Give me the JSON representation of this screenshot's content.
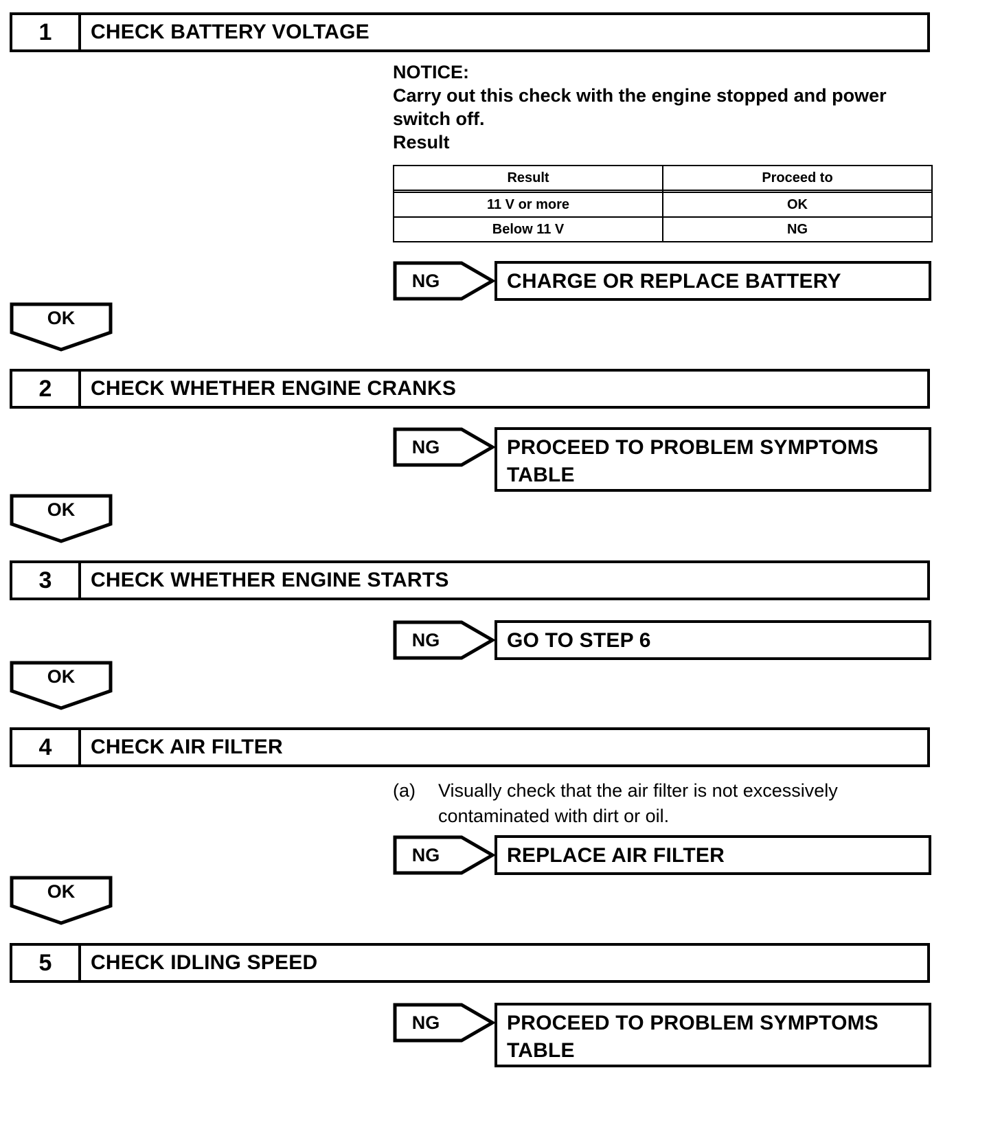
{
  "document": {
    "kind": "diagnostic-flowchart",
    "ink_color": "#000000",
    "paper_color": "#ffffff"
  },
  "steps": [
    {
      "number": "1",
      "title": "CHECK BATTERY VOLTAGE"
    },
    {
      "number": "2",
      "title": "CHECK WHETHER ENGINE CRANKS"
    },
    {
      "number": "3",
      "title": "CHECK WHETHER ENGINE STARTS"
    },
    {
      "number": "4",
      "title": "CHECK AIR FILTER"
    },
    {
      "number": "5",
      "title": "CHECK IDLING SPEED"
    }
  ],
  "notice": {
    "heading": "NOTICE:",
    "line1": "Carry out this check with the engine stopped and power",
    "line2": "switch off.",
    "line3": "Result"
  },
  "result_table": {
    "headers": [
      "Result",
      "Proceed to"
    ],
    "rows": [
      {
        "result": "11 V or more",
        "proceed_to": "OK"
      },
      {
        "result": "Below 11 V",
        "proceed_to": "NG"
      }
    ]
  },
  "branches": {
    "ng1": {
      "label": "NG",
      "line1": "CHARGE OR REPLACE BATTERY",
      "line2": ""
    },
    "ng2": {
      "label": "NG",
      "line1": "PROCEED TO PROBLEM SYMPTOMS",
      "line2": "TABLE"
    },
    "ng3": {
      "label": "NG",
      "line1": "GO TO STEP 6",
      "line2": ""
    },
    "ng4": {
      "label": "NG",
      "line1": "REPLACE AIR FILTER",
      "line2": ""
    },
    "ng5": {
      "label": "NG",
      "line1": "PROCEED TO PROBLEM SYMPTOMS",
      "line2": "TABLE"
    }
  },
  "ok_connectors": {
    "ok1": "OK",
    "ok2": "OK",
    "ok3": "OK",
    "ok4": "OK"
  },
  "air_filter_detail": {
    "label": "(a)",
    "line1": "Visually check that the air filter is not excessively",
    "line2": "contaminated with dirt or oil."
  }
}
